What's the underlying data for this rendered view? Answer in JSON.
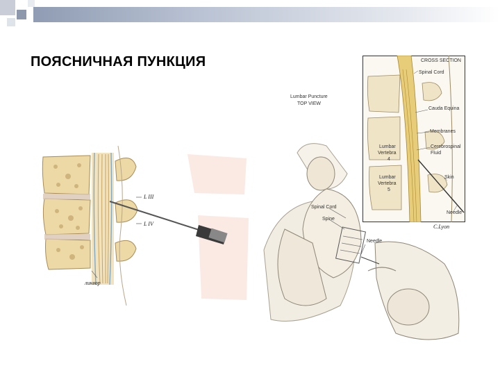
{
  "slide": {
    "title": "ПОЯСНИЧНАЯ ПУНКЦИЯ"
  },
  "left_figure": {
    "labels": {
      "vertebra_upper": "L III",
      "vertebra_lower": "L IV",
      "fluid": "ликвор"
    }
  },
  "right_figure": {
    "heading_line1": "Lumbar Puncture",
    "heading_line2": "TOP VIEW",
    "body_labels": {
      "spinal_cord": "Spinal Cord",
      "spine": "Spine",
      "needle": "Needle"
    }
  },
  "inset": {
    "heading": "CROSS SECTION",
    "labels": {
      "spinal_cord": "Spinal Cord",
      "cauda_equina": "Cauda Equina",
      "membranes": "Membranes",
      "csf_line1": "Cerebrospinal",
      "csf_line2": "Fluid",
      "skin": "Skin",
      "needle": "Needle",
      "l4_line1": "Lumbar",
      "l4_line2": "Vertebra",
      "l4_line3": "4",
      "l5_line1": "Lumbar",
      "l5_line2": "Vertebra",
      "l5_line3": "5"
    },
    "signature": "C.Lyon"
  }
}
